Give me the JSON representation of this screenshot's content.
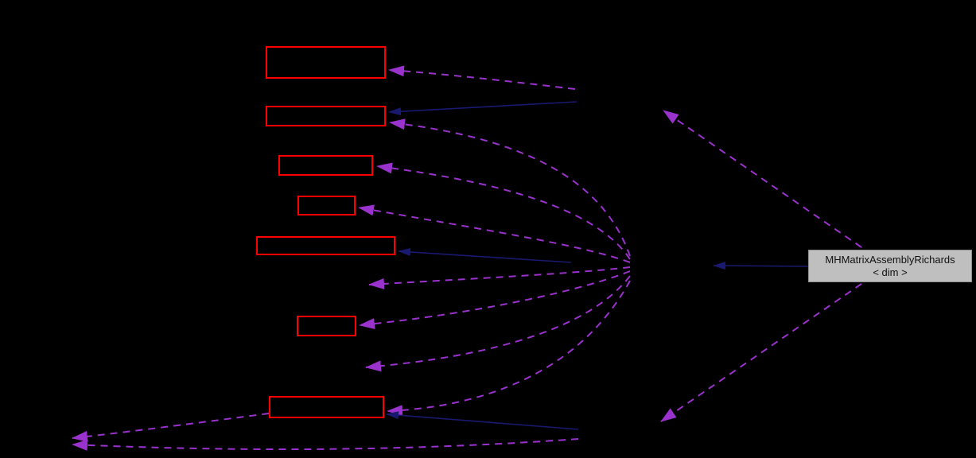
{
  "diagram": {
    "type": "collaboration-graph",
    "background": "#000000",
    "note": "class collaboration diagram; unlabeled nodes have black text invisible on black background"
  },
  "colors": {
    "red_node_border": "#ff0000",
    "usage_edge": "#9a32cd",
    "inheritance_edge": "#191970",
    "main_node_fill": "#bfbfbf",
    "main_node_border": "#8f8f8f",
    "main_node_text": "#111111"
  },
  "main_node": {
    "label_line1": "MHMatrixAssemblyRichards",
    "label_line2": "< dim >"
  },
  "red_nodes": [
    {
      "id": "red-node-1"
    },
    {
      "id": "red-node-2"
    },
    {
      "id": "red-node-3"
    },
    {
      "id": "red-node-4"
    },
    {
      "id": "red-node-5"
    },
    {
      "id": "red-node-6"
    },
    {
      "id": "red-node-7"
    }
  ]
}
